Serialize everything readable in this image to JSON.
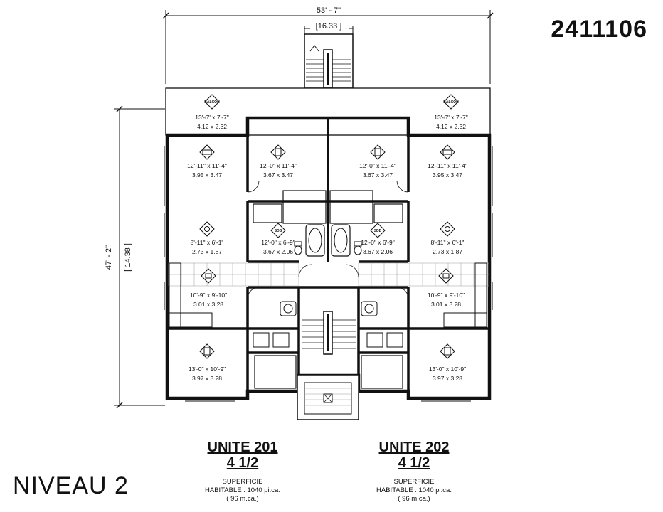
{
  "plan_number": "2411106",
  "level": "NIVEAU 2",
  "dimensions": {
    "width_imperial": "53' - 7\"",
    "stair_metric": "[16.33 ]",
    "depth_imperial": "47' - 2\"",
    "depth_metric": "[ 14.38 ]"
  },
  "units": [
    {
      "name": "UNITE 201",
      "type": "4 1/2",
      "area_label": "SUPERFICIE",
      "area_imperial": "HABITABLE : 1040 pi.ca.",
      "area_metric": "( 96 m.ca.)"
    },
    {
      "name": "UNITE 202",
      "type": "4 1/2",
      "area_label": "SUPERFICIE",
      "area_imperial": "HABITABLE : 1040 pi.ca.",
      "area_metric": "( 96 m.ca.)"
    }
  ],
  "rooms": [
    {
      "id": "balcony-left",
      "icon": "BALCON",
      "imperial": "13'-6\" x 7'-7\"",
      "metric": "4.12 x 2.32"
    },
    {
      "id": "balcony-right",
      "icon": "BALCON",
      "imperial": "13'-6\" x 7'-7\"",
      "metric": "4.12 x 2.32"
    },
    {
      "id": "living-left",
      "icon": "sofa-icon",
      "imperial": "12'-11\" x 11'-4\"",
      "metric": "3.95 x 3.47"
    },
    {
      "id": "bedroom-left-top",
      "icon": "bed-icon",
      "imperial": "12'-0\" x 11'-4\"",
      "metric": "3.67 x 3.47"
    },
    {
      "id": "bedroom-right-top",
      "icon": "bed-icon",
      "imperial": "12'-0\" x 11'-4\"",
      "metric": "3.67 x 3.47"
    },
    {
      "id": "living-right",
      "icon": "sofa-icon",
      "imperial": "12'-11\" x 11'-4\"",
      "metric": "3.95 x 3.47"
    },
    {
      "id": "dining-left",
      "icon": "plate-icon",
      "imperial": "8'-11\" x 6'-1\"",
      "metric": "2.73 x 1.87"
    },
    {
      "id": "bath-left",
      "icon": "SDB",
      "imperial": "12'-0\" x 6'-9\"",
      "metric": "3.67 x 2.06"
    },
    {
      "id": "bath-right",
      "icon": "SDB",
      "imperial": "12'-0\" x 6'-9\"",
      "metric": "3.67 x 2.06"
    },
    {
      "id": "dining-right",
      "icon": "plate-icon",
      "imperial": "8'-11\" x 6'-1\"",
      "metric": "2.73 x 1.87"
    },
    {
      "id": "kitchen-left",
      "icon": "kitchen-icon",
      "imperial": "10'-9\" x 9'-10\"",
      "metric": "3.01 x 3.28"
    },
    {
      "id": "kitchen-right",
      "icon": "kitchen-icon",
      "imperial": "10'-9\" x 9'-10\"",
      "metric": "3.01 x 3.28"
    },
    {
      "id": "bedroom-left-bottom",
      "icon": "bed-icon",
      "imperial": "13'-0\" x 10'-9\"",
      "metric": "3.97 x 3.28"
    },
    {
      "id": "bedroom-right-bottom",
      "icon": "bed-icon",
      "imperial": "13'-0\" x 10'-9\"",
      "metric": "3.97 x 3.28"
    }
  ]
}
